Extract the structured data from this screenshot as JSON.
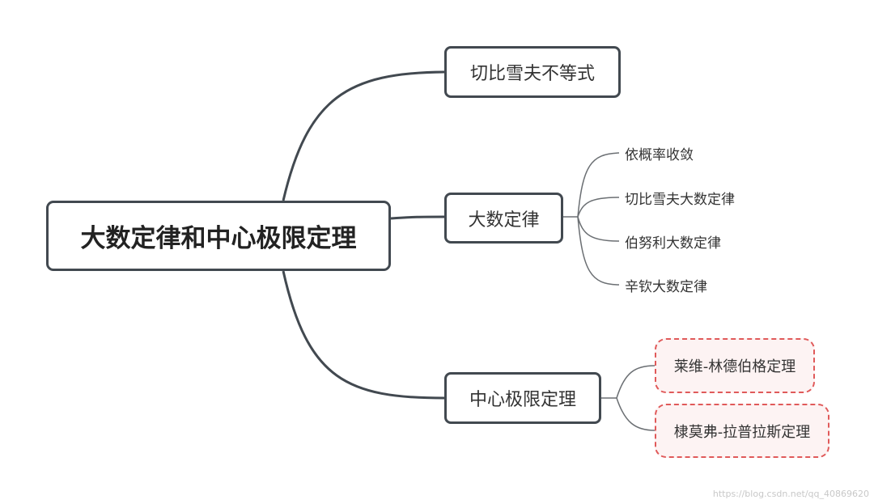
{
  "root": {
    "label": "大数定律和中心极限定理"
  },
  "branches": [
    {
      "label": "切比雪夫不等式",
      "children": []
    },
    {
      "label": "大数定律",
      "children": [
        "依概率收敛",
        "切比雪夫大数定律",
        "伯努利大数定律",
        "辛钦大数定律"
      ]
    },
    {
      "label": "中心极限定理",
      "children": [
        "莱维-林德伯格定理",
        "棣莫弗-拉普拉斯定理"
      ]
    }
  ],
  "watermark": "https://blog.csdn.net/qq_40869620",
  "colors": {
    "line": "#424950",
    "border": "#424950",
    "highlight_border": "#e05a5a",
    "highlight_fill": "#fdf3f3",
    "thin_line": "#6b6f73"
  }
}
